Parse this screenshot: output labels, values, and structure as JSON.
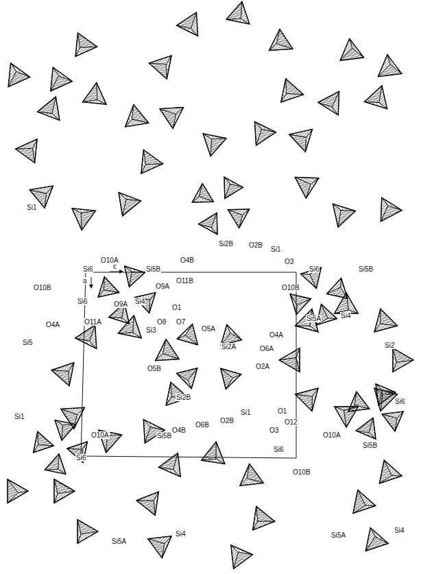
{
  "diagram": {
    "labels": [
      "Si1",
      "Si2B",
      "O2B",
      "Si1",
      "O10A",
      "O4B",
      "O3",
      "Si6",
      "c",
      "Si5B",
      "Si6",
      "Si5B",
      "a",
      "O11B",
      "O9A",
      "O10B",
      "O10B",
      "Si6",
      "O9A",
      "Si4",
      "O1",
      "Si4",
      "Si5A",
      "O4A",
      "O11A",
      "O8",
      "O7",
      "Si3",
      "O5A",
      "O4A",
      "Si5",
      "Si2A",
      "O6A",
      "Si2",
      "O2A",
      "O5B",
      "Si2B",
      "Si6",
      "O1",
      "Si1",
      "Si1",
      "O2B",
      "O6B",
      "O12",
      "O4B",
      "O3",
      "O10A",
      "Si5B",
      "O10A",
      "Si6",
      "Si5B",
      "Si6",
      "O10B",
      "Si5A",
      "Si4",
      "Si5A",
      "Si4"
    ]
  }
}
